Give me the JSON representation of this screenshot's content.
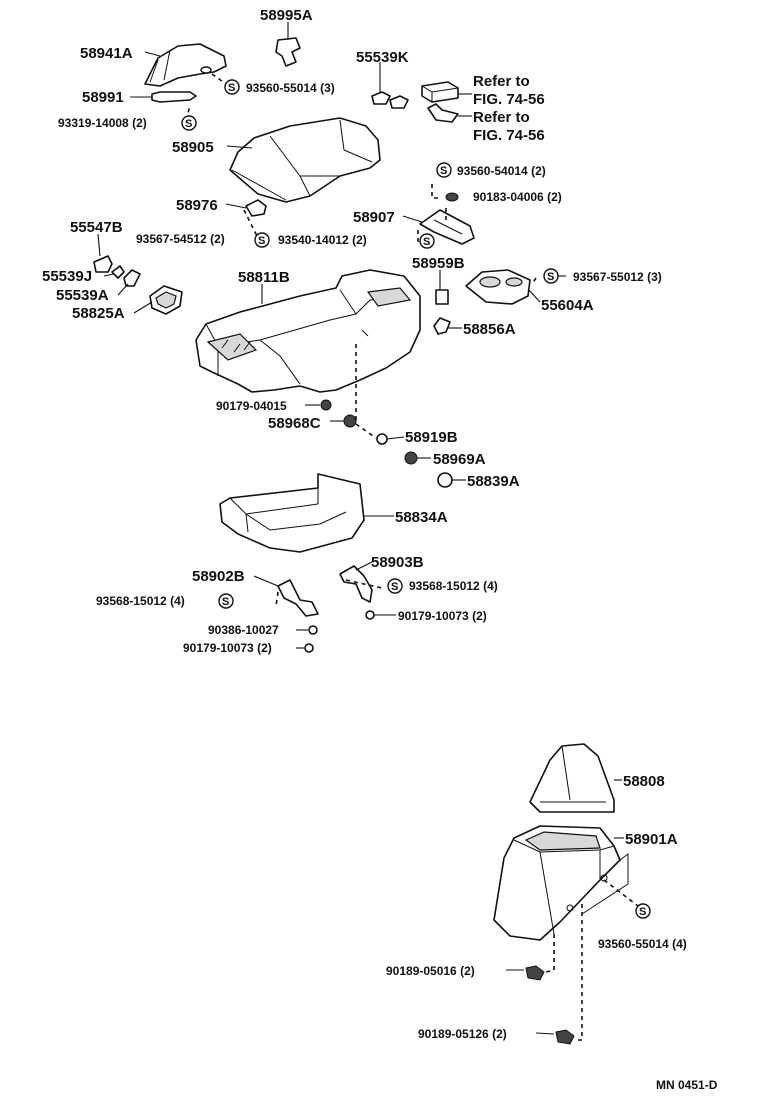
{
  "labels": {
    "p58995A": "58995A",
    "p58941A": "58941A",
    "p55539K": "55539K",
    "p93560_55014_3": "93560-55014 (3)",
    "p58991": "58991",
    "p93319_14008_2": "93319-14008 (2)",
    "refer1_l1": "Refer to",
    "refer1_l2": "FIG. 74-56",
    "refer2_l1": "Refer to",
    "refer2_l2": "FIG. 74-56",
    "p58905": "58905",
    "p93560_54014_2": "93560-54014 (2)",
    "p90183_04006_2": "90183-04006 (2)",
    "p58976": "58976",
    "p58907": "58907",
    "p93567_54512_2": "93567-54512 (2)",
    "p93540_14012_2": "93540-14012 (2)",
    "p55547B": "55547B",
    "p55539J": "55539J",
    "p55539A": "55539A",
    "p58825A": "58825A",
    "p58811B": "58811B",
    "p58959B": "58959B",
    "p93567_55012_3": "93567-55012 (3)",
    "p55604A": "55604A",
    "p58856A": "58856A",
    "p90179_04015": "90179-04015",
    "p58968C": "58968C",
    "p58919B": "58919B",
    "p58969A": "58969A",
    "p58839A": "58839A",
    "p58834A": "58834A",
    "p58903B": "58903B",
    "p58902B": "58902B",
    "p93568_15012_4a": "93568-15012 (4)",
    "p93568_15012_4b": "93568-15012 (4)",
    "p90179_10073_2a": "90179-10073 (2)",
    "p90386_10027": "90386-10027",
    "p90179_10073_2b": "90179-10073 (2)",
    "p58808": "58808",
    "p58901A": "58901A",
    "p93560_55014_4": "93560-55014 (4)",
    "p90189_05016_2": "90189-05016 (2)",
    "p90189_05126_2": "90189-05126 (2)",
    "diagram_code": "MN 0451-D",
    "s_symbol": "S"
  }
}
